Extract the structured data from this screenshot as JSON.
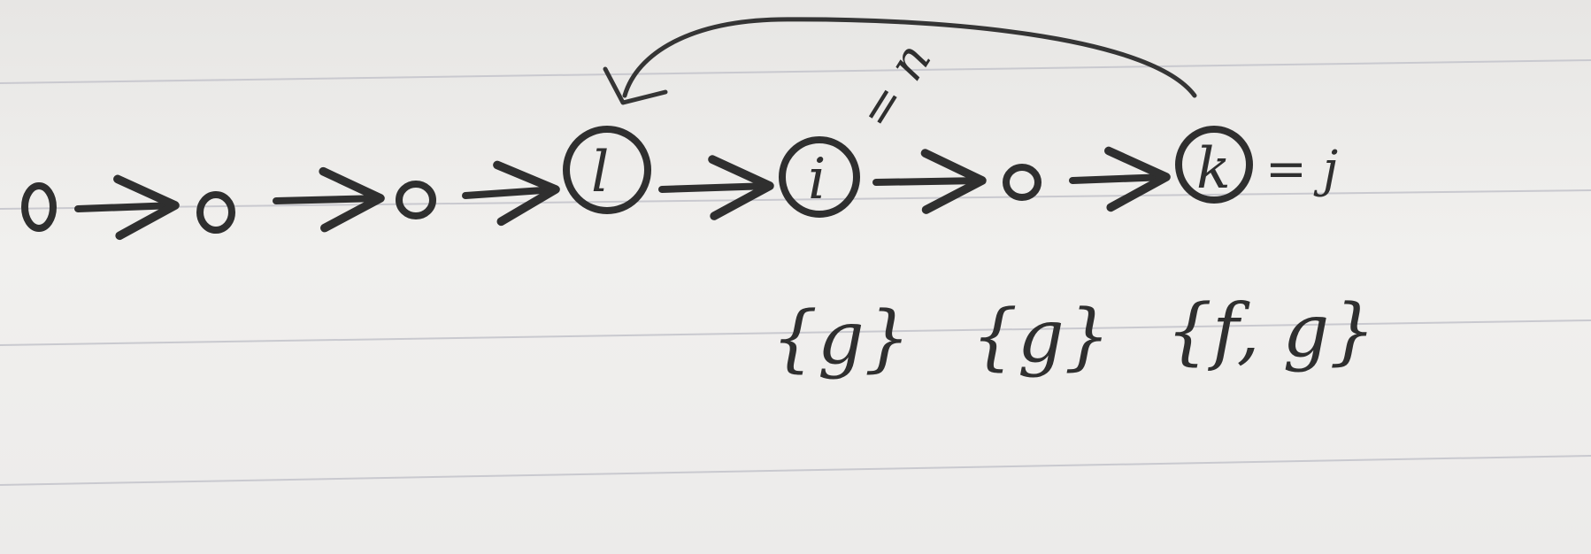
{
  "nodes": [
    {
      "id": "n1",
      "label": "",
      "circled": false
    },
    {
      "id": "n2",
      "label": "",
      "circled": false
    },
    {
      "id": "n3",
      "label": "",
      "circled": false
    },
    {
      "id": "l",
      "label": "l",
      "circled": true
    },
    {
      "id": "i",
      "label": "i",
      "circled": true,
      "annotation": "= n",
      "set": "{g}"
    },
    {
      "id": "n6",
      "label": "",
      "circled": false,
      "set": "{g}"
    },
    {
      "id": "k",
      "label": "k",
      "circled": true,
      "annotation": "= j",
      "set": "{f, g}"
    }
  ],
  "edges": [
    [
      "n1",
      "n2"
    ],
    [
      "n2",
      "n3"
    ],
    [
      "n3",
      "l"
    ],
    [
      "l",
      "i"
    ],
    [
      "i",
      "n6"
    ],
    [
      "n6",
      "k"
    ],
    [
      "k",
      "l"
    ]
  ],
  "labels": {
    "node_l": "l",
    "node_i": "i",
    "node_k": "k",
    "i_annotation": "= n",
    "k_annotation": "= j",
    "set_i": "{g}",
    "set_n6": "{g}",
    "set_k": "{f, g}"
  },
  "colors": {
    "ink": "#2f2f2f",
    "paper": "#eceae8",
    "rule_line": "#c9c9cf"
  }
}
